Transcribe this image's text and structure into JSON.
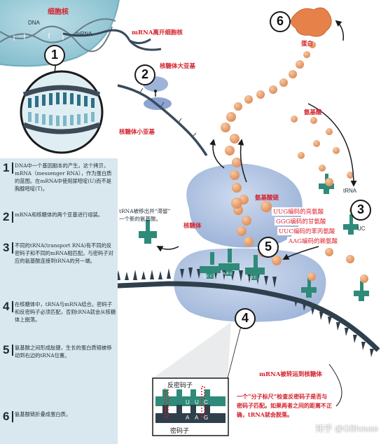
{
  "labels": {
    "nucleus": "细胞核",
    "dna": "DNA",
    "mrna": "mRNA",
    "mrna_leaves": "mRNA离开细胞核",
    "large_subunit": "核糖体大亚基",
    "small_subunit": "核糖体小亚基",
    "protein": "蛋白",
    "amino_acids": "氨基酸",
    "trna": "tRNA",
    "uc": "UC",
    "peptide_chain": "氨基酸链",
    "ribosome": "核糖体",
    "trna_release": "tRNA被移出并“滞留”\n一个新的氨基酸。",
    "mrna_transport": "mRNA被转运到核糖体",
    "ruler": "一个“分子标尺”检查反密码子是否与\n密码子匹配。如果两者之间的距离不正\n确，tRNA就会脱落。",
    "anticodon": "反密码子",
    "codon": "密码子",
    "watermark": "知乎 @GBhouse"
  },
  "codons": [
    {
      "text": "UUG编码的亮氨酸"
    },
    {
      "text": "GGG编码的甘氨酸"
    },
    {
      "text": "UUC编码的苯丙氨酸"
    },
    {
      "text": "AAG编码的赖氨酸"
    }
  ],
  "inset_letters": {
    "top": [
      "U",
      "U",
      "C"
    ],
    "bottom": [
      "A",
      "A",
      "G"
    ]
  },
  "circle_numbers": [
    "1",
    "2",
    "3",
    "4",
    "5",
    "6"
  ],
  "steps": [
    {
      "num": "1",
      "text": "DNA中一个基因副本的产生。这个拷贝，mRNA（messenger RNA），作为蛋白质的蓝图。在mRNA中使用尿嘧啶(U)而不是胸腺嘧啶(T)。"
    },
    {
      "num": "2",
      "text": "mRNA和核糖体的两个亚基进行组装。"
    },
    {
      "num": "3",
      "text": "不同的tRNA(transport RNA)有不同的反密码子和不同的mRNA相匹配。与密码子对应的氨基酸连接到tRNA的另一端。"
    },
    {
      "num": "4",
      "text": "在核糖体中，tRNA与mRNA结合。密码子和反密码子必须匹配，否则tRNA就会从核糖体上脱落。"
    },
    {
      "num": "5",
      "text": "氨基酸之间形成肽键，生长的蛋白质链被移动到右边的tRNA位置。"
    },
    {
      "num": "6",
      "text": "氨基酸链折叠成蛋白质。"
    }
  ],
  "colors": {
    "nucleus": "#8ec5d3",
    "ribosome": "#a9bfe0",
    "amino": "#e8a274",
    "trna": "#2f8a79",
    "mrna": "#3a4a5a",
    "label_red": "#d4202b"
  }
}
